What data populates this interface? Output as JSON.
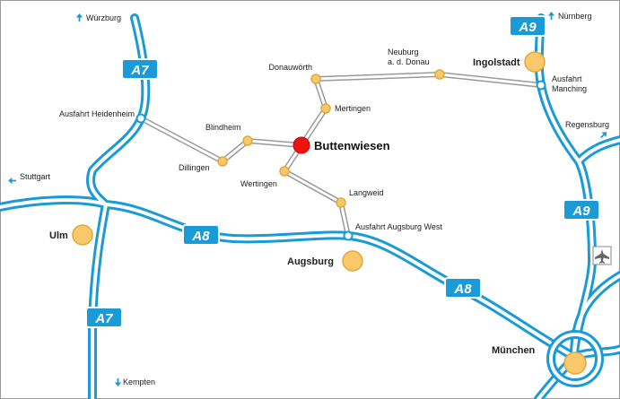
{
  "colors": {
    "motorway": "#1a9ad6",
    "motorway_inner": "#ffffff",
    "road": "#c8c8c8",
    "town_fill": "#f8c86a",
    "town_stroke": "#e3a73b",
    "main_fill": "#ee1111",
    "frame": "#9a9a9a"
  },
  "motorways": {
    "a7_north": "A7",
    "a7_south": "A7",
    "a8_west": "A8",
    "a8_east": "A8",
    "a9_north": "A9",
    "a9_south": "A9"
  },
  "directions": {
    "wuerzburg": "Würzburg",
    "nuernberg": "Nürnberg",
    "stuttgart": "Stuttgart",
    "regensburg": "Regensburg",
    "kempten": "Kempten"
  },
  "exits": {
    "heidenheim": "Ausfahrt Heidenheim",
    "manching_1": "Ausfahrt",
    "manching_2": "Manching",
    "augsburg_west": "Ausfahrt Augsburg West"
  },
  "towns": {
    "buttenwiesen": "Buttenwiesen",
    "donauwoerth": "Donauwörth",
    "neuburg_1": "Neuburg",
    "neuburg_2": "a. d. Donau",
    "ingolstadt": "Ingolstadt",
    "mertingen": "Mertingen",
    "blindheim": "Blindheim",
    "dillingen": "Dillingen",
    "wertingen": "Wertingen",
    "langweid": "Langweid",
    "ulm": "Ulm",
    "augsburg": "Augsburg",
    "muenchen": "München"
  },
  "icons": {
    "airport": "airplane-icon",
    "arrow": "direction-arrow-icon"
  }
}
